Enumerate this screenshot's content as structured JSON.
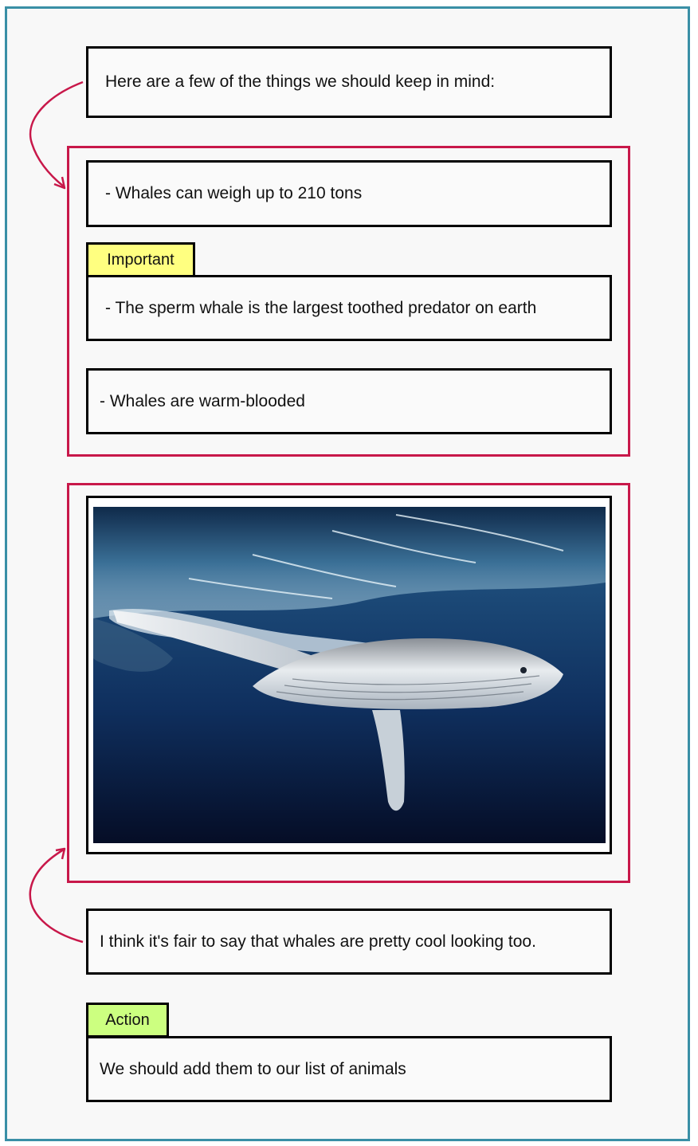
{
  "intro": {
    "text": "Here are a few of the things we should keep in mind:"
  },
  "facts": [
    {
      "text": "- Whales can weigh up to 210 tons"
    },
    {
      "tag": "Important",
      "text": "- The sperm whale is the largest toothed predator on earth"
    },
    {
      "text": "- Whales are warm-blooded"
    }
  ],
  "photo": {
    "subject": "humpback whale swimming underwater"
  },
  "comment": {
    "text": "I think it's fair to say that whales are pretty cool looking too."
  },
  "action": {
    "tag": "Action",
    "text": "We should add them to our list of animals"
  },
  "colors": {
    "frame_border": "#3a8fa6",
    "group_border": "#c8184a",
    "important_tag": "#ffff80",
    "action_tag": "#ccff80"
  },
  "icons": [
    "curved-arrow-icon"
  ]
}
